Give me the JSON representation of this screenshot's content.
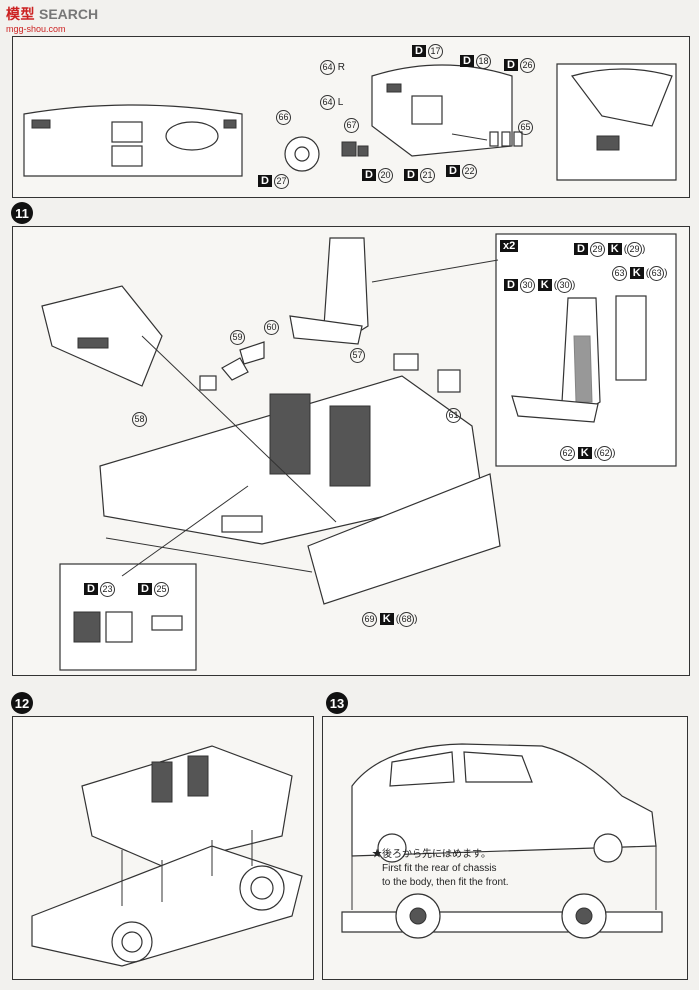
{
  "watermark": {
    "brand": "模型",
    "search": "SEARCH",
    "url": "mgg-shou.com"
  },
  "steps": [
    {
      "id": "11",
      "label": "11"
    },
    {
      "id": "12",
      "label": "12"
    },
    {
      "id": "13",
      "label": "13"
    }
  ],
  "top_parts": {
    "p64r": "64",
    "r_label": "R",
    "p64l": "64",
    "l_label": "L",
    "p66": "66",
    "p67": "67",
    "p65": "65",
    "d17": "17",
    "d18": "18",
    "d26": "26",
    "d20": "20",
    "d21": "21",
    "d22": "22",
    "d27": "27",
    "d_letter": "D"
  },
  "step11": {
    "x2": "x2",
    "d29": "29",
    "k29": "29",
    "d30": "30",
    "k30": "30",
    "p63": "63",
    "k63": "63",
    "p62": "62",
    "k62": "62",
    "p57": "57",
    "p58": "58",
    "p59": "59",
    "p60": "60",
    "p61": "61",
    "p69": "69",
    "k68": "68",
    "d23": "23",
    "d25": "25"
  },
  "step13": {
    "note_jp": "★後ろから先にはめます。",
    "note_en1": "First fit the rear of chassis",
    "note_en2": "to the body, then fit the front."
  },
  "colors": {
    "panel_border": "#333333",
    "accent_red": "#cc2222",
    "ink": "#111111"
  }
}
